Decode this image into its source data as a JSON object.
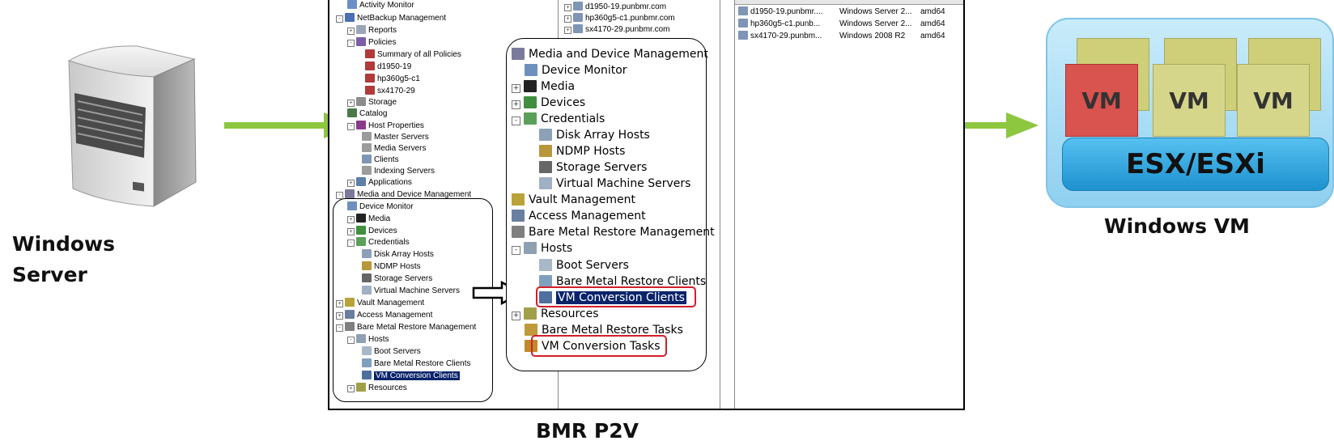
{
  "labels": {
    "windows_server": [
      "Windows",
      "Server"
    ],
    "bmr_p2v": "BMR P2V",
    "windows_vm": "Windows VM",
    "esx": "ESX/ESXi",
    "vm": "VM"
  },
  "colors": {
    "arrow": "#8dc63f",
    "esx_box": "#29a3dc",
    "esx_outer": "#9fd7f3",
    "vm_red": "#d9534f",
    "vm_olive": "#cfcf7a",
    "highlight_red": "#d21f2b",
    "selection": "#0a246a"
  },
  "tree": {
    "top_rows": [
      {
        "label": "Activity Monitor",
        "icon": "monitor-icon"
      },
      {
        "label": "NetBackup Management",
        "icon": "netbackup-icon"
      },
      {
        "label": "Reports",
        "icon": "report-icon"
      },
      {
        "label": "Policies",
        "icon": "policies-icon"
      },
      {
        "label": "Summary of all Policies",
        "icon": "policy-icon"
      },
      {
        "label": "d1950-19",
        "icon": "policy-icon"
      },
      {
        "label": "hp360g5-c1",
        "icon": "policy-icon"
      },
      {
        "label": "sx4170-29",
        "icon": "policy-icon"
      },
      {
        "label": "Storage",
        "icon": "storage-icon"
      },
      {
        "label": "Catalog",
        "icon": "catalog-icon"
      },
      {
        "label": "Host Properties",
        "icon": "host-icon"
      },
      {
        "label": "Master Servers",
        "icon": "server-icon"
      },
      {
        "label": "Media Servers",
        "icon": "server-icon"
      },
      {
        "label": "Clients",
        "icon": "client-icon"
      },
      {
        "label": "Indexing Servers",
        "icon": "server-icon"
      },
      {
        "label": "Applications",
        "icon": "app-icon"
      }
    ],
    "bottom_rows": [
      {
        "label": "Media and Device Management",
        "icon": "media-device-icon"
      },
      {
        "label": "Device Monitor",
        "icon": "device-monitor-icon"
      },
      {
        "label": "Media",
        "icon": "media-icon"
      },
      {
        "label": "Devices",
        "icon": "devices-icon"
      },
      {
        "label": "Credentials",
        "icon": "credentials-icon"
      },
      {
        "label": "Disk Array Hosts",
        "icon": "disk-array-icon"
      },
      {
        "label": "NDMP Hosts",
        "icon": "ndmp-icon"
      },
      {
        "label": "Storage Servers",
        "icon": "storage-server-icon"
      },
      {
        "label": "Virtual Machine Servers",
        "icon": "vm-server-icon"
      },
      {
        "label": "Vault Management",
        "icon": "vault-icon"
      },
      {
        "label": "Access Management",
        "icon": "access-icon"
      },
      {
        "label": "Bare Metal Restore Management",
        "icon": "bmr-icon"
      },
      {
        "label": "Hosts",
        "icon": "hosts-icon"
      },
      {
        "label": "Boot Servers",
        "icon": "boot-server-icon"
      },
      {
        "label": "Bare Metal Restore Clients",
        "icon": "bmr-client-icon"
      },
      {
        "label": "VM Conversion Clients",
        "icon": "vm-conversion-icon"
      },
      {
        "label": "Resources",
        "icon": "resources-icon"
      }
    ]
  },
  "zoom_tree": [
    {
      "label": "Media and Device Management",
      "icon": "media-device-icon"
    },
    {
      "label": "Device Monitor",
      "icon": "device-monitor-icon"
    },
    {
      "label": "Media",
      "icon": "media-icon"
    },
    {
      "label": "Devices",
      "icon": "devices-icon"
    },
    {
      "label": "Credentials",
      "icon": "credentials-icon"
    },
    {
      "label": "Disk Array Hosts",
      "icon": "disk-array-icon"
    },
    {
      "label": "NDMP Hosts",
      "icon": "ndmp-icon"
    },
    {
      "label": "Storage Servers",
      "icon": "storage-server-icon"
    },
    {
      "label": "Virtual Machine Servers",
      "icon": "vm-server-icon"
    },
    {
      "label": "Vault Management",
      "icon": "vault-icon"
    },
    {
      "label": "Access Management",
      "icon": "access-icon"
    },
    {
      "label": "Bare Metal Restore Management",
      "icon": "bmr-icon"
    },
    {
      "label": "Hosts",
      "icon": "hosts-icon"
    },
    {
      "label": "Boot Servers",
      "icon": "boot-server-icon"
    },
    {
      "label": "Bare Metal Restore Clients",
      "icon": "bmr-client-icon"
    },
    {
      "label": "VM Conversion Clients",
      "icon": "vm-conversion-icon"
    },
    {
      "label": "Resources",
      "icon": "resources-icon"
    },
    {
      "label": "Bare Metal Restore Tasks",
      "icon": "tasks-icon"
    },
    {
      "label": "VM Conversion Tasks",
      "icon": "vm-tasks-icon"
    }
  ],
  "mid_list": [
    {
      "label": "d1950-19.punbmr.com",
      "icon": "client-icon"
    },
    {
      "label": "hp360g5-c1.punbmr.com",
      "icon": "client-icon"
    },
    {
      "label": "sx4170-29.punbmr.com",
      "icon": "client-icon"
    }
  ],
  "detail_rows": [
    {
      "name": "d1950-19.punbmr....",
      "os": "Windows Server 2...",
      "arch": "amd64"
    },
    {
      "name": "hp360g5-c1.punb...",
      "os": "Windows Server 2...",
      "arch": "amd64"
    },
    {
      "name": "sx4170-29.punbm...",
      "os": "Windows 2008 R2",
      "arch": "amd64"
    }
  ]
}
